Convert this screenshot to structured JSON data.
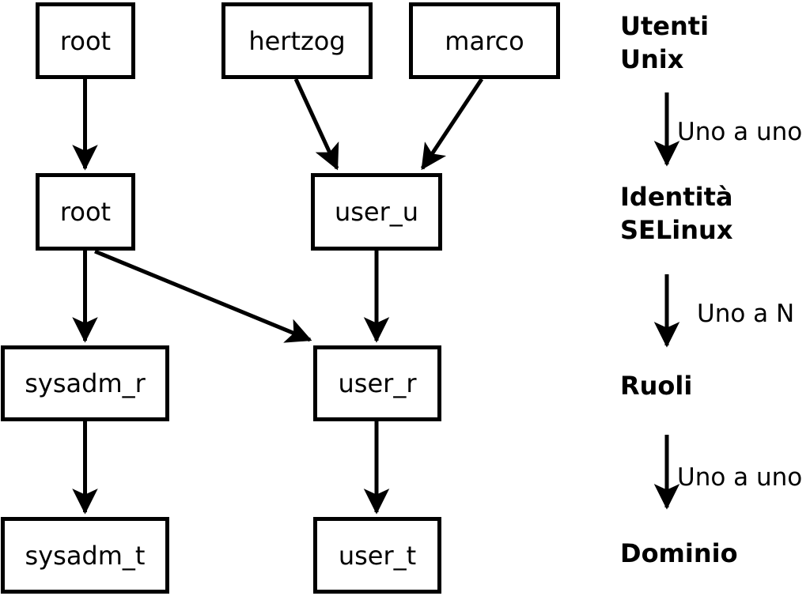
{
  "colors": {
    "ink": "#000000",
    "paper": "#ffffff"
  },
  "diagram": {
    "nodes": [
      {
        "id": "unix-root",
        "label": "root"
      },
      {
        "id": "unix-hertzog",
        "label": "hertzog"
      },
      {
        "id": "unix-marco",
        "label": "marco"
      },
      {
        "id": "selinux-root",
        "label": "root"
      },
      {
        "id": "selinux-user_u",
        "label": "user_u"
      },
      {
        "id": "role-sysadm_r",
        "label": "sysadm_r"
      },
      {
        "id": "role-user_r",
        "label": "user_r"
      },
      {
        "id": "domain-sysadm_t",
        "label": "sysadm_t"
      },
      {
        "id": "domain-user_t",
        "label": "user_t"
      }
    ],
    "edges": [
      {
        "from": "unix-root",
        "to": "selinux-root"
      },
      {
        "from": "unix-hertzog",
        "to": "selinux-user_u"
      },
      {
        "from": "unix-marco",
        "to": "selinux-user_u"
      },
      {
        "from": "selinux-root",
        "to": "role-sysadm_r"
      },
      {
        "from": "selinux-root",
        "to": "role-user_r"
      },
      {
        "from": "selinux-user_u",
        "to": "role-user_r"
      },
      {
        "from": "role-sysadm_r",
        "to": "domain-sysadm_t"
      },
      {
        "from": "role-user_r",
        "to": "domain-user_t"
      }
    ]
  },
  "legend": {
    "levels": [
      {
        "id": "utenti-unix",
        "text": "Utenti\nUnix"
      },
      {
        "id": "identita-selinux",
        "text": "Identità\nSELinux"
      },
      {
        "id": "ruoli",
        "text": "Ruoli"
      },
      {
        "id": "dominio",
        "text": "Dominio"
      }
    ],
    "arrows": [
      {
        "label": "Uno a uno"
      },
      {
        "label": "Uno a N"
      },
      {
        "label": "Uno a uno"
      }
    ]
  }
}
